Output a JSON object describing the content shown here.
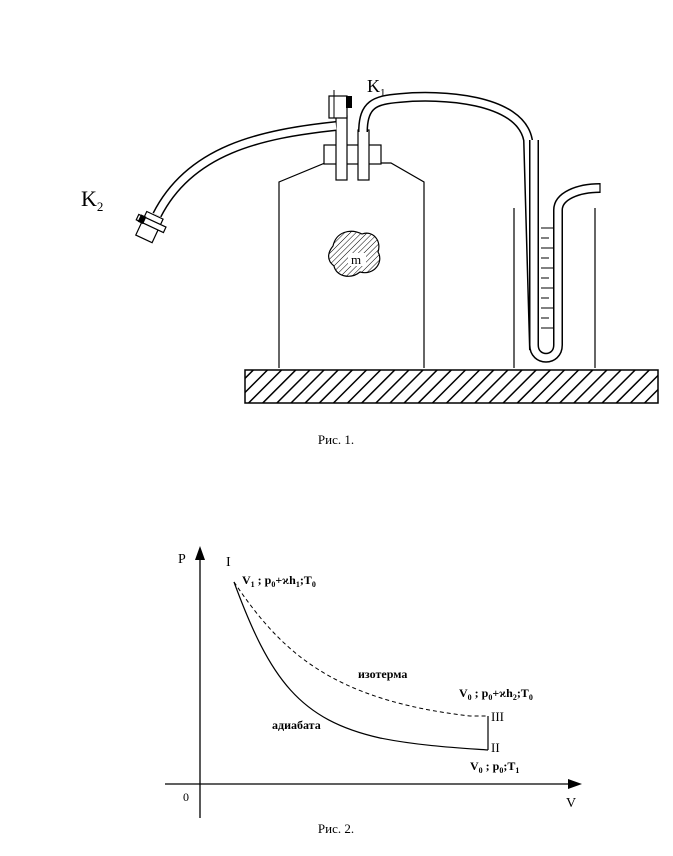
{
  "fig1": {
    "caption": "Рис. 1.",
    "k1": {
      "letter": "K",
      "sub": "1"
    },
    "k2": {
      "letter": "K",
      "sub": "2"
    },
    "body_label": "m"
  },
  "fig2": {
    "caption": "Рис. 2.",
    "axis": {
      "y": "P",
      "x": "V",
      "origin": "0"
    },
    "points": {
      "I": {
        "name": "I",
        "label": {
          "v": "V",
          "vsub": "1",
          "rest": " ; p",
          "psub": "0",
          "plus": "+ϰh",
          "hsub": "1",
          "t": ";T",
          "tsub": "0"
        }
      },
      "II": {
        "name": "II",
        "label": {
          "v": "V",
          "vsub": "0",
          "rest": " ; p",
          "psub": "0",
          "t": ";T",
          "tsub": "1"
        }
      },
      "III": {
        "name": "III",
        "label": {
          "v": "V",
          "vsub": "0",
          "rest": " ; p",
          "psub": "0",
          "plus": "+ϰh",
          "hsub": "2",
          "t": ";T",
          "tsub": "0"
        }
      }
    },
    "curves": {
      "isotherm": "изотерма",
      "adiabat": "адиабата"
    }
  }
}
